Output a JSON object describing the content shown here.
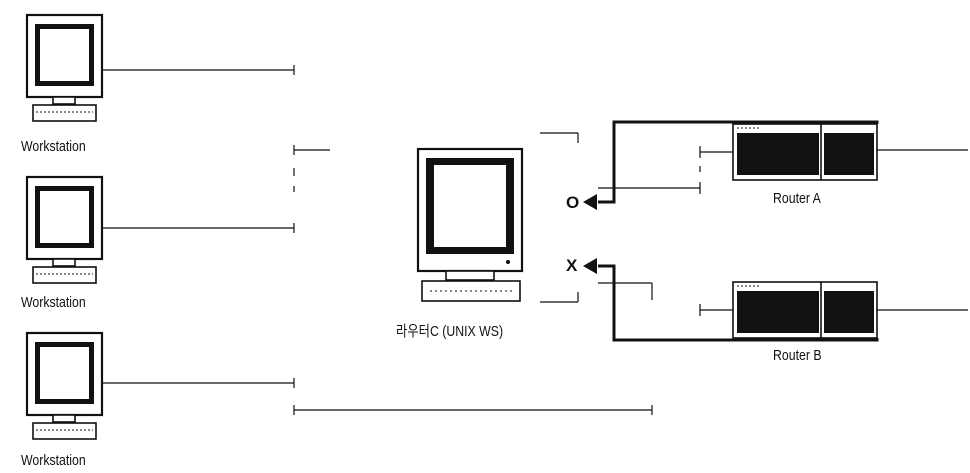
{
  "nodes": {
    "workstation_1": {
      "label": "Workstation"
    },
    "workstation_2": {
      "label": "Workstation"
    },
    "workstation_3": {
      "label": "Workstation"
    },
    "router_c": {
      "label": "라우터C (UNIX WS)"
    },
    "router_a": {
      "label": "Router A"
    },
    "router_b": {
      "label": "Router B"
    }
  },
  "paths": {
    "router_a_path": {
      "status": "O"
    },
    "router_b_path": {
      "status": "X"
    }
  },
  "colors": {
    "line": "#111111",
    "screen": "#111111",
    "body": "#ffffff"
  },
  "icons": {
    "workstation": "crt-computer-icon",
    "router": "router-icon"
  }
}
